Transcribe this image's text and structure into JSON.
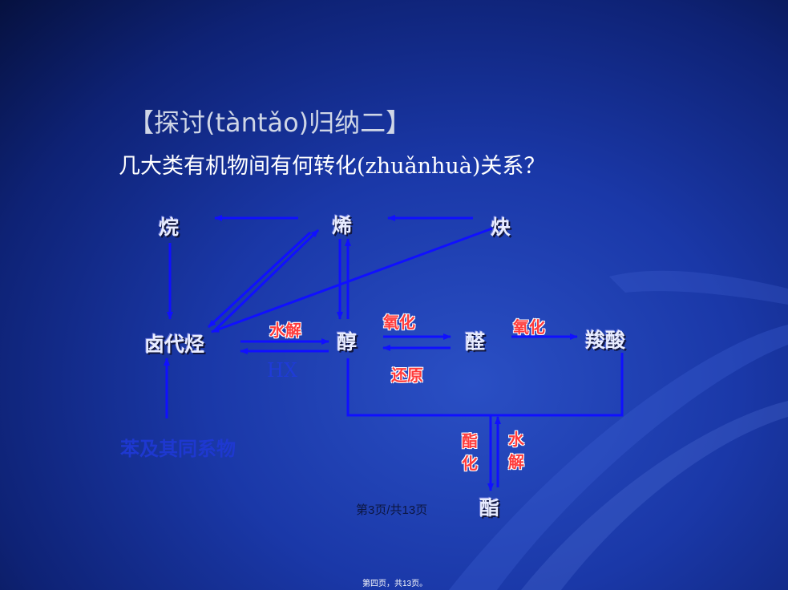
{
  "slide": {
    "title": "【探讨(tàntǎo)归纳二】",
    "question": "几大类有机物间有何转化(zhuǎnhuà)关系？",
    "page_number": "第3页/共13页",
    "footer": "第四页，共13页。"
  },
  "nodes": {
    "alkane": "烷",
    "alkene": "烯",
    "alkyne": "炔",
    "haloalkane": "卤代烃",
    "alcohol": "醇",
    "aldehyde": "醛",
    "carboxylic_acid": "羧酸",
    "ester": "酯",
    "benzene": "苯及其同系物"
  },
  "labels": {
    "hydrolysis": "水解",
    "hx": "HX",
    "oxidation_1": "氧化",
    "reduction": "还原",
    "oxidation_2": "氧化",
    "esterification": "酯化",
    "ester_hydrolysis": "水解"
  },
  "colors": {
    "arrow": "#1010ff",
    "label_red": "#ff3b3b",
    "node_text": "#e8ecff"
  }
}
